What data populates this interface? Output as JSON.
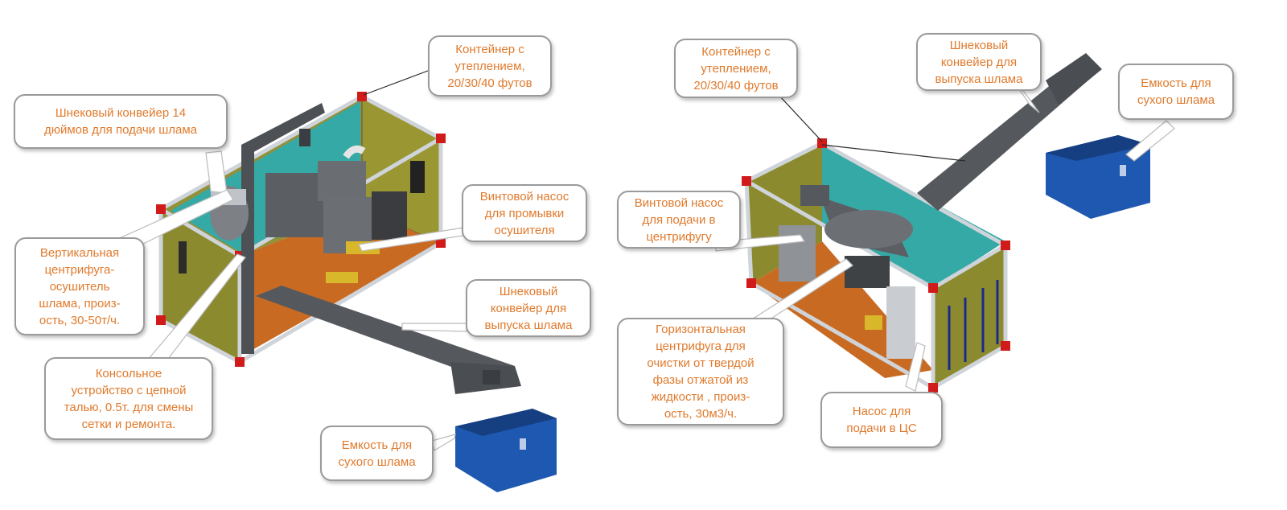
{
  "colors": {
    "label_text": "#e07a2c",
    "container_wall": "#8c8a2e",
    "container_roof_inner": "#35a9a5",
    "container_floor": "#c96a22",
    "frame": "#cfd4da",
    "corner": "#d11a1a",
    "bin_blue": "#1f58b0",
    "machinery_gray": "#5b5f63"
  },
  "left_assembly": {
    "labels": {
      "container": "Контейнер с\nутеплением,\n20/30/40 футов",
      "feed_conveyor": "Шнековый конвейер 14\nдюймов  для подачи шлама",
      "wash_pump": "Винтовой насос\nдля промывки\nосушителя",
      "vertical_centrifuge": "Вертикальная\nцентрифуга-\nосушитель\nшлама, произ-\nость, 30-50т/ч.",
      "discharge_conveyor": "Шнековый\nконвейер для\nвыпуска шлама",
      "hoist": "Консольное\nустройство с цепной\nталью, 0.5т. для смены\nсетки и ремонта.",
      "dry_bin": "Емкость для\nсухого шлама"
    }
  },
  "right_assembly": {
    "labels": {
      "container": "Контейнер с\nутеплением,\n20/30/40 футов",
      "discharge_conveyor": "Шнековый\nконвейер для\nвыпуска шлама",
      "dry_bin": "Емкость для\nсухого шлама",
      "feed_pump": "Винтовой насос\nдля подачи в\nцентрифугу",
      "horizontal_centrifuge": "Горизонтальная\nцентрифуга для\nочистки от твердой\nфазы отжатой из\nжидкости , произ-\nость, 30м3/ч.",
      "cs_pump": "Насос для\nподачи в ЦС"
    }
  }
}
